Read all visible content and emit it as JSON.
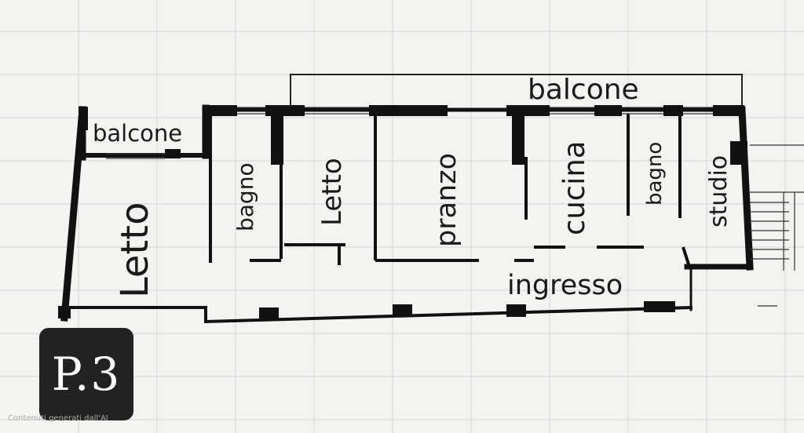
{
  "plan": {
    "level_badge": "P.3",
    "watermark": "Contenuti generati dall'AI",
    "rooms": {
      "balcone_left": "balcone",
      "balcone_top": "balcone",
      "letto_left": "Letto",
      "bagno_1": "bagno",
      "letto_2": "Letto",
      "pranzo": "pranzo",
      "cucina": "cucina",
      "bagno_2": "bagno",
      "studio": "studio",
      "ingresso": "ingresso"
    }
  },
  "colors": {
    "paper": "#f3f3f1",
    "grid": "#d6d6d6",
    "wall": "#111111",
    "badge": "#222222"
  }
}
